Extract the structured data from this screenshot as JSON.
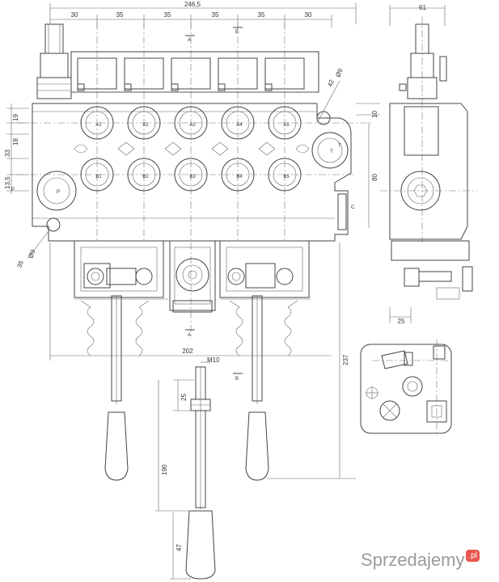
{
  "dimensions": {
    "overall_width": "246,5",
    "top_segments": [
      "30",
      "35",
      "35",
      "35",
      "35",
      "30"
    ],
    "side_width": "61",
    "left_offsets": [
      "19",
      "18",
      "33",
      "13,5"
    ],
    "hole_dia_top": "Ø9",
    "hole_dia_bottom": "Ø9",
    "hole_top_offset": "42",
    "hole_bottom_offset": "35",
    "right_offset_small": "10",
    "body_height": "80",
    "lever_span": "202",
    "total_height": "237",
    "thread": "M10",
    "thread_length": "25",
    "lever_length": "190",
    "handle_length": "47",
    "side_base_offset": "25"
  },
  "labels": {
    "section_a_top": "A",
    "section_b_top": "B",
    "section_a_bottom": "A",
    "section_b_bottom": "B",
    "port_t": "T",
    "port_t_side": "T",
    "port_p": "P",
    "port_p_side": "P",
    "port_c": "C",
    "work_ports_a": [
      "A1",
      "A2",
      "A3",
      "A4",
      "A5"
    ],
    "work_ports_b": [
      "B1",
      "B2",
      "B3",
      "B4",
      "B5"
    ]
  },
  "watermark": {
    "text": "Sprzedajemy",
    "badge": ".pl"
  }
}
